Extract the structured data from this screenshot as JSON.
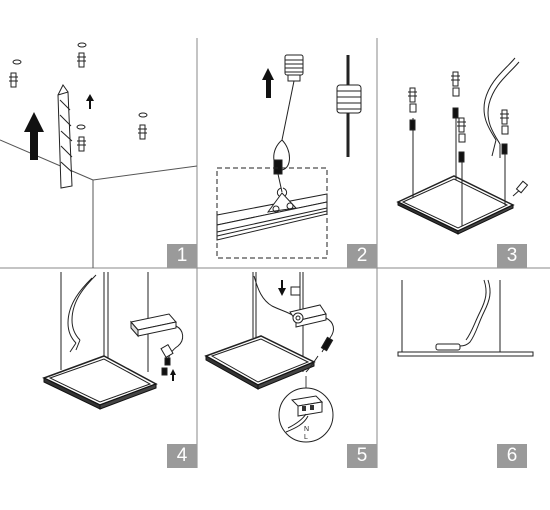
{
  "panels": [
    {
      "number": "1"
    },
    {
      "number": "2"
    },
    {
      "number": "3"
    },
    {
      "number": "4"
    },
    {
      "number": "5"
    },
    {
      "number": "6"
    }
  ],
  "wiring_labels": {
    "neutral": "N",
    "live": "L"
  },
  "colors": {
    "line": "#222222",
    "badge": "#9a9a9a",
    "grid": "#8a8a8a"
  },
  "icons": [
    "drill-bit-icon",
    "wall-anchor-icon",
    "up-arrow-icon",
    "suspension-hook-icon",
    "led-driver-icon",
    "wire-connector-icon"
  ]
}
